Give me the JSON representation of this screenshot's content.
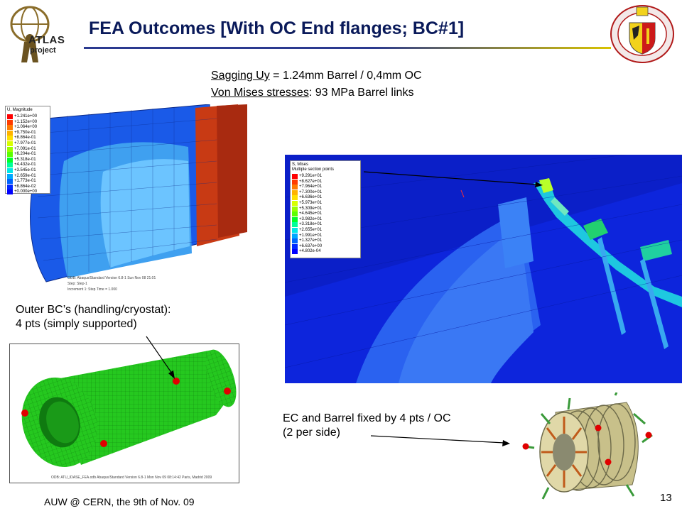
{
  "slide": {
    "title": "FEA Outcomes [With OC End flanges; BC#1]",
    "sagging_label": "Sagging Uy",
    "sagging_value": " =  1.24mm Barrel / 0,4mm OC",
    "vonmises_label": "Von Mises stresses",
    "vonmises_value": ": 93 MPa Barrel links",
    "outer_bc_line1": "Outer BC’s (handling/cryostat):",
    "outer_bc_line2": "4 pts (simply supported)",
    "ec_fix_line1": "EC and Barrel fixed by 4 pts / OC",
    "ec_fix_line2": "(2 per side)",
    "footer": "AUW @ CERN, the 9th of Nov. 09",
    "page_number": "13"
  },
  "logos": {
    "atlas_top": "ATLAS",
    "atlas_bottom": "project"
  },
  "fig_displacement": {
    "legend_title": "U, Magnitude",
    "legend_values": [
      "+1.241e+00",
      "+1.152e+00",
      "+1.064e+00",
      "+9.750e-01",
      "+8.864e-01",
      "+7.977e-01",
      "+7.091e-01",
      "+6.204e-01",
      "+5.318e-01",
      "+4.432e-01",
      "+3.545e-01",
      "+2.659e-01",
      "+1.773e-01",
      "+8.864e-02",
      "+0.000e+00"
    ],
    "footer_line1": "ODB: Abaqus/Standard Version 6.8-1    Sun Nov 08 21:01",
    "footer_line2": "Step: Step-1",
    "footer_line3": "Increment    1: Step Time =    1.000"
  },
  "fig_stress": {
    "legend_title": "S, Mises",
    "legend_subtitle": "Multiple section points",
    "legend_values": [
      "+9.291e+01",
      "+8.627e+01",
      "+7.964e+01",
      "+7.300e+01",
      "+6.636e+01",
      "+5.973e+01",
      "+5.309e+01",
      "+4.645e+01",
      "+3.982e+01",
      "+3.318e+01",
      "+2.655e+01",
      "+1.991e+01",
      "+1.327e+01",
      "+6.637e+00",
      "+4.802e-04"
    ]
  },
  "fig_cylinder": {
    "footer": "ODB: ATU_IDASE_FEA.odb    Abaqus/Standard Version 6.8-1    Mon Nov 09 08:14:42 Paris, Madrid 2009"
  },
  "colors": {
    "title": "#0a1a5a",
    "contour": [
      "#ff0000",
      "#ff3c00",
      "#ff7a00",
      "#ffb300",
      "#ffe000",
      "#d8ff00",
      "#9aff00",
      "#5cff00",
      "#00ff2a",
      "#00ff9a",
      "#00e8e8",
      "#00a8ff",
      "#0064ff",
      "#0028ff",
      "#0000ff"
    ],
    "mesh_green": "#22c41e",
    "mesh_blue": "#1040d8",
    "support_point": "#e00000"
  }
}
